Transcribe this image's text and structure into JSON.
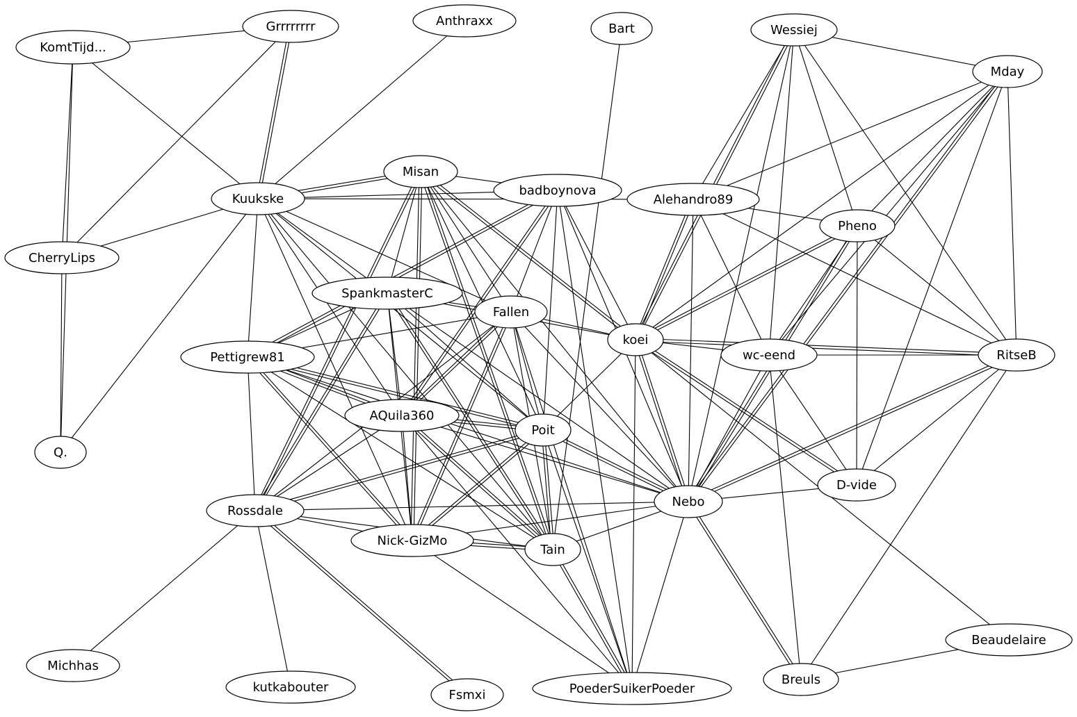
{
  "graph": {
    "nodes": [
      {
        "id": "KomtTijd",
        "label": "KomtTijd..."
      },
      {
        "id": "Grrrrrrrr",
        "label": "Grrrrrrrr"
      },
      {
        "id": "Anthraxx",
        "label": "Anthraxx"
      },
      {
        "id": "Bart",
        "label": "Bart"
      },
      {
        "id": "Wessiej",
        "label": "Wessiej"
      },
      {
        "id": "Mday",
        "label": "Mday"
      },
      {
        "id": "Kuukske",
        "label": "Kuukske"
      },
      {
        "id": "Misan",
        "label": "Misan"
      },
      {
        "id": "badboynova",
        "label": "badboynova"
      },
      {
        "id": "Alehandro89",
        "label": "Alehandro89"
      },
      {
        "id": "Pheno",
        "label": "Pheno"
      },
      {
        "id": "CherryLips",
        "label": "CherryLips"
      },
      {
        "id": "SpankmasterC",
        "label": "SpankmasterC"
      },
      {
        "id": "Fallen",
        "label": "Fallen"
      },
      {
        "id": "koei",
        "label": "koei"
      },
      {
        "id": "wc-eend",
        "label": "wc-eend"
      },
      {
        "id": "RitseB",
        "label": "RitseB"
      },
      {
        "id": "Pettigrew81",
        "label": "Pettigrew81"
      },
      {
        "id": "AQuila360",
        "label": "AQuila360"
      },
      {
        "id": "Poit",
        "label": "Poit"
      },
      {
        "id": "Q",
        "label": "Q."
      },
      {
        "id": "D-vide",
        "label": "D-vide"
      },
      {
        "id": "Rossdale",
        "label": "Rossdale"
      },
      {
        "id": "Nebo",
        "label": "Nebo"
      },
      {
        "id": "Nick-GizMo",
        "label": "Nick-GizMo"
      },
      {
        "id": "Tain",
        "label": "Tain"
      },
      {
        "id": "Beaudelaire",
        "label": "Beaudelaire"
      },
      {
        "id": "Michhas",
        "label": "Michhas"
      },
      {
        "id": "kutkabouter",
        "label": "kutkabouter"
      },
      {
        "id": "Fsmxi",
        "label": "Fsmxi"
      },
      {
        "id": "PoederSuikerPoeder",
        "label": "PoederSuikerPoeder"
      },
      {
        "id": "Breuls",
        "label": "Breuls"
      }
    ],
    "edges": [
      [
        "KomtTijd",
        "Grrrrrrrr"
      ],
      [
        "KomtTijd",
        "Kuukske"
      ],
      [
        "KomtTijd",
        "CherryLips"
      ],
      [
        "KomtTijd",
        "Q"
      ],
      [
        "Grrrrrrrr",
        "Kuukske"
      ],
      [
        "Grrrrrrrr",
        "Kuukske"
      ],
      [
        "Grrrrrrrr",
        "CherryLips"
      ],
      [
        "Anthraxx",
        "Kuukske"
      ],
      [
        "Bart",
        "Tain"
      ],
      [
        "Wessiej",
        "Mday"
      ],
      [
        "Wessiej",
        "Alehandro89"
      ],
      [
        "Wessiej",
        "koei"
      ],
      [
        "Wessiej",
        "koei"
      ],
      [
        "Wessiej",
        "Nebo"
      ],
      [
        "Wessiej",
        "wc-eend"
      ],
      [
        "Wessiej",
        "Pheno"
      ],
      [
        "Wessiej",
        "RitseB"
      ],
      [
        "Mday",
        "Alehandro89"
      ],
      [
        "Mday",
        "Pheno"
      ],
      [
        "Mday",
        "koei"
      ],
      [
        "Mday",
        "wc-eend"
      ],
      [
        "Mday",
        "Nebo"
      ],
      [
        "Mday",
        "Nebo"
      ],
      [
        "Mday",
        "D-vide"
      ],
      [
        "Mday",
        "RitseB"
      ],
      [
        "Kuukske",
        "Misan"
      ],
      [
        "Kuukske",
        "Misan"
      ],
      [
        "Kuukske",
        "badboynova"
      ],
      [
        "Kuukske",
        "Alehandro89"
      ],
      [
        "Kuukske",
        "CherryLips"
      ],
      [
        "Kuukske",
        "SpankmasterC"
      ],
      [
        "Kuukske",
        "Fallen"
      ],
      [
        "Kuukske",
        "Pettigrew81"
      ],
      [
        "Kuukske",
        "AQuila360"
      ],
      [
        "Kuukske",
        "Poit"
      ],
      [
        "Kuukske",
        "Nick-GizMo"
      ],
      [
        "Kuukske",
        "Tain"
      ],
      [
        "Kuukske",
        "Q"
      ],
      [
        "Misan",
        "badboynova"
      ],
      [
        "Misan",
        "SpankmasterC"
      ],
      [
        "Misan",
        "Fallen"
      ],
      [
        "Misan",
        "koei"
      ],
      [
        "Misan",
        "koei"
      ],
      [
        "Misan",
        "Poit"
      ],
      [
        "Misan",
        "Tain"
      ],
      [
        "Misan",
        "Tain"
      ],
      [
        "Misan",
        "Nick-GizMo"
      ],
      [
        "Misan",
        "Nick-GizMo"
      ],
      [
        "Misan",
        "Nebo"
      ],
      [
        "Misan",
        "Rossdale"
      ],
      [
        "Misan",
        "Rossdale"
      ],
      [
        "badboynova",
        "Pettigrew81"
      ],
      [
        "badboynova",
        "Pettigrew81"
      ],
      [
        "badboynova",
        "Fallen"
      ],
      [
        "badboynova",
        "AQuila360"
      ],
      [
        "badboynova",
        "AQuila360"
      ],
      [
        "badboynova",
        "koei"
      ],
      [
        "badboynova",
        "Poit"
      ],
      [
        "badboynova",
        "Nebo"
      ],
      [
        "badboynova",
        "PoederSuikerPoeder"
      ],
      [
        "Alehandro89",
        "Pheno"
      ],
      [
        "Alehandro89",
        "koei"
      ],
      [
        "Alehandro89",
        "koei"
      ],
      [
        "Alehandro89",
        "wc-eend"
      ],
      [
        "Alehandro89",
        "Nebo"
      ],
      [
        "Alehandro89",
        "RitseB"
      ],
      [
        "Pheno",
        "koei"
      ],
      [
        "Pheno",
        "koei"
      ],
      [
        "Pheno",
        "wc-eend"
      ],
      [
        "Pheno",
        "D-vide"
      ],
      [
        "Pheno",
        "Nebo"
      ],
      [
        "Pheno",
        "Nebo"
      ],
      [
        "Pheno",
        "RitseB"
      ],
      [
        "CherryLips",
        "Q"
      ],
      [
        "SpankmasterC",
        "Fallen"
      ],
      [
        "SpankmasterC",
        "Pettigrew81"
      ],
      [
        "SpankmasterC",
        "AQuila360"
      ],
      [
        "SpankmasterC",
        "Poit"
      ],
      [
        "SpankmasterC",
        "koei"
      ],
      [
        "SpankmasterC",
        "Tain"
      ],
      [
        "SpankmasterC",
        "Tain"
      ],
      [
        "SpankmasterC",
        "Rossdale"
      ],
      [
        "SpankmasterC",
        "Rossdale"
      ],
      [
        "SpankmasterC",
        "Nick-GizMo"
      ],
      [
        "SpankmasterC",
        "Nebo"
      ],
      [
        "Fallen",
        "koei"
      ],
      [
        "Fallen",
        "Pettigrew81"
      ],
      [
        "Fallen",
        "AQuila360"
      ],
      [
        "Fallen",
        "AQuila360"
      ],
      [
        "Fallen",
        "Poit"
      ],
      [
        "Fallen",
        "Nick-GizMo"
      ],
      [
        "Fallen",
        "Nick-GizMo"
      ],
      [
        "Fallen",
        "Rossdale"
      ],
      [
        "Fallen",
        "Nebo"
      ],
      [
        "Fallen",
        "PoederSuikerPoeder"
      ],
      [
        "Fallen",
        "Tain"
      ],
      [
        "koei",
        "wc-eend"
      ],
      [
        "koei",
        "RitseB"
      ],
      [
        "koei",
        "RitseB"
      ],
      [
        "koei",
        "Poit"
      ],
      [
        "koei",
        "Nebo"
      ],
      [
        "koei",
        "Nebo"
      ],
      [
        "koei",
        "D-vide"
      ],
      [
        "koei",
        "D-vide"
      ],
      [
        "koei",
        "PoederSuikerPoeder"
      ],
      [
        "koei",
        "Beaudelaire"
      ],
      [
        "wc-eend",
        "RitseB"
      ],
      [
        "wc-eend",
        "Nebo"
      ],
      [
        "wc-eend",
        "D-vide"
      ],
      [
        "wc-eend",
        "Breuls"
      ],
      [
        "RitseB",
        "Nebo"
      ],
      [
        "RitseB",
        "Nebo"
      ],
      [
        "RitseB",
        "D-vide"
      ],
      [
        "RitseB",
        "Breuls"
      ],
      [
        "Pettigrew81",
        "AQuila360"
      ],
      [
        "Pettigrew81",
        "AQuila360"
      ],
      [
        "Pettigrew81",
        "Poit"
      ],
      [
        "Pettigrew81",
        "Poit"
      ],
      [
        "Pettigrew81",
        "Nick-GizMo"
      ],
      [
        "Pettigrew81",
        "Nick-GizMo"
      ],
      [
        "Pettigrew81",
        "Rossdale"
      ],
      [
        "Pettigrew81",
        "Tain"
      ],
      [
        "Pettigrew81",
        "Nebo"
      ],
      [
        "AQuila360",
        "Poit"
      ],
      [
        "AQuila360",
        "Poit"
      ],
      [
        "AQuila360",
        "Rossdale"
      ],
      [
        "AQuila360",
        "Nick-GizMo"
      ],
      [
        "AQuila360",
        "Tain"
      ],
      [
        "AQuila360",
        "Tain"
      ],
      [
        "AQuila360",
        "Nebo"
      ],
      [
        "AQuila360",
        "PoederSuikerPoeder"
      ],
      [
        "Poit",
        "Rossdale"
      ],
      [
        "Poit",
        "Rossdale"
      ],
      [
        "Poit",
        "Nick-GizMo"
      ],
      [
        "Poit",
        "Nick-GizMo"
      ],
      [
        "Poit",
        "Tain"
      ],
      [
        "Poit",
        "Tain"
      ],
      [
        "Poit",
        "Nebo"
      ],
      [
        "Poit",
        "Nebo"
      ],
      [
        "Poit",
        "PoederSuikerPoeder"
      ],
      [
        "D-vide",
        "Nebo"
      ],
      [
        "Rossdale",
        "Nebo"
      ],
      [
        "Rossdale",
        "Nick-GizMo"
      ],
      [
        "Rossdale",
        "Tain"
      ],
      [
        "Rossdale",
        "Michhas"
      ],
      [
        "Rossdale",
        "kutkabouter"
      ],
      [
        "Rossdale",
        "Fsmxi"
      ],
      [
        "Rossdale",
        "Fsmxi"
      ],
      [
        "Nebo",
        "Nick-GizMo"
      ],
      [
        "Nebo",
        "Tain"
      ],
      [
        "Nebo",
        "PoederSuikerPoeder"
      ],
      [
        "Nebo",
        "Breuls"
      ],
      [
        "Nebo",
        "Breuls"
      ],
      [
        "Nick-GizMo",
        "Tain"
      ],
      [
        "Nick-GizMo",
        "Tain"
      ],
      [
        "Nick-GizMo",
        "PoederSuikerPoeder"
      ],
      [
        "Tain",
        "PoederSuikerPoeder"
      ],
      [
        "Tain",
        "PoederSuikerPoeder"
      ],
      [
        "Beaudelaire",
        "Breuls"
      ]
    ]
  }
}
